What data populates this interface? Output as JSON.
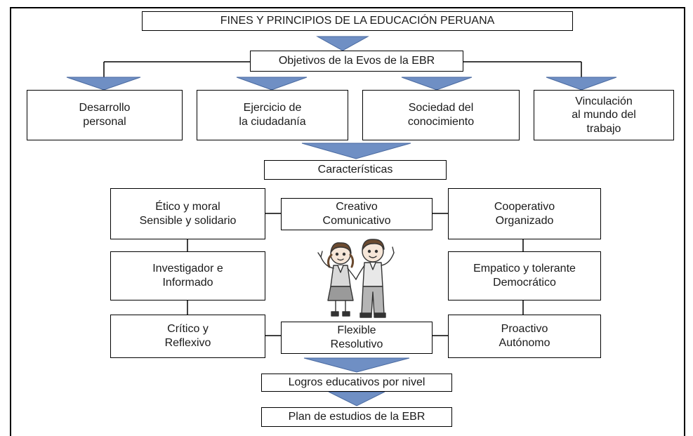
{
  "title": "FINES Y PRINCIPIOS DE LA EDUCACIÓN PERUANA",
  "objectives_header": "Objetivos de la Evos de la EBR",
  "objectives": [
    {
      "line1": "Desarrollo",
      "line2": "personal",
      "line3": ""
    },
    {
      "line1": "Ejercicio de",
      "line2": "la ciudadanía",
      "line3": ""
    },
    {
      "line1": "Sociedad del",
      "line2": "conocimiento",
      "line3": ""
    },
    {
      "line1": "Vinculación",
      "line2": "al mundo del",
      "line3": "trabajo"
    }
  ],
  "characteristics_header": "Características",
  "characteristics": {
    "left_top": {
      "line1": "Ético y moral",
      "line2": "Sensible y solidario"
    },
    "center_top": {
      "line1": "Creativo",
      "line2": "Comunicativo"
    },
    "right_top": {
      "line1": "Cooperativo",
      "line2": "Organizado"
    },
    "left_mid": {
      "line1": "Investigador e",
      "line2": "Informado"
    },
    "right_mid": {
      "line1": "Empatico y tolerante",
      "line2": "Democrático"
    },
    "left_bot": {
      "line1": "Crítico y",
      "line2": "Reflexivo"
    },
    "center_bot": {
      "line1": "Flexible",
      "line2": "Resolutivo"
    },
    "right_bot": {
      "line1": "Proactivo",
      "line2": "Autónomo"
    }
  },
  "achievements": "Logros educativos por nivel",
  "plan": "Plan de estudios de la EBR",
  "colors": {
    "arrow": "#6f8fc4",
    "line": "#000000"
  }
}
